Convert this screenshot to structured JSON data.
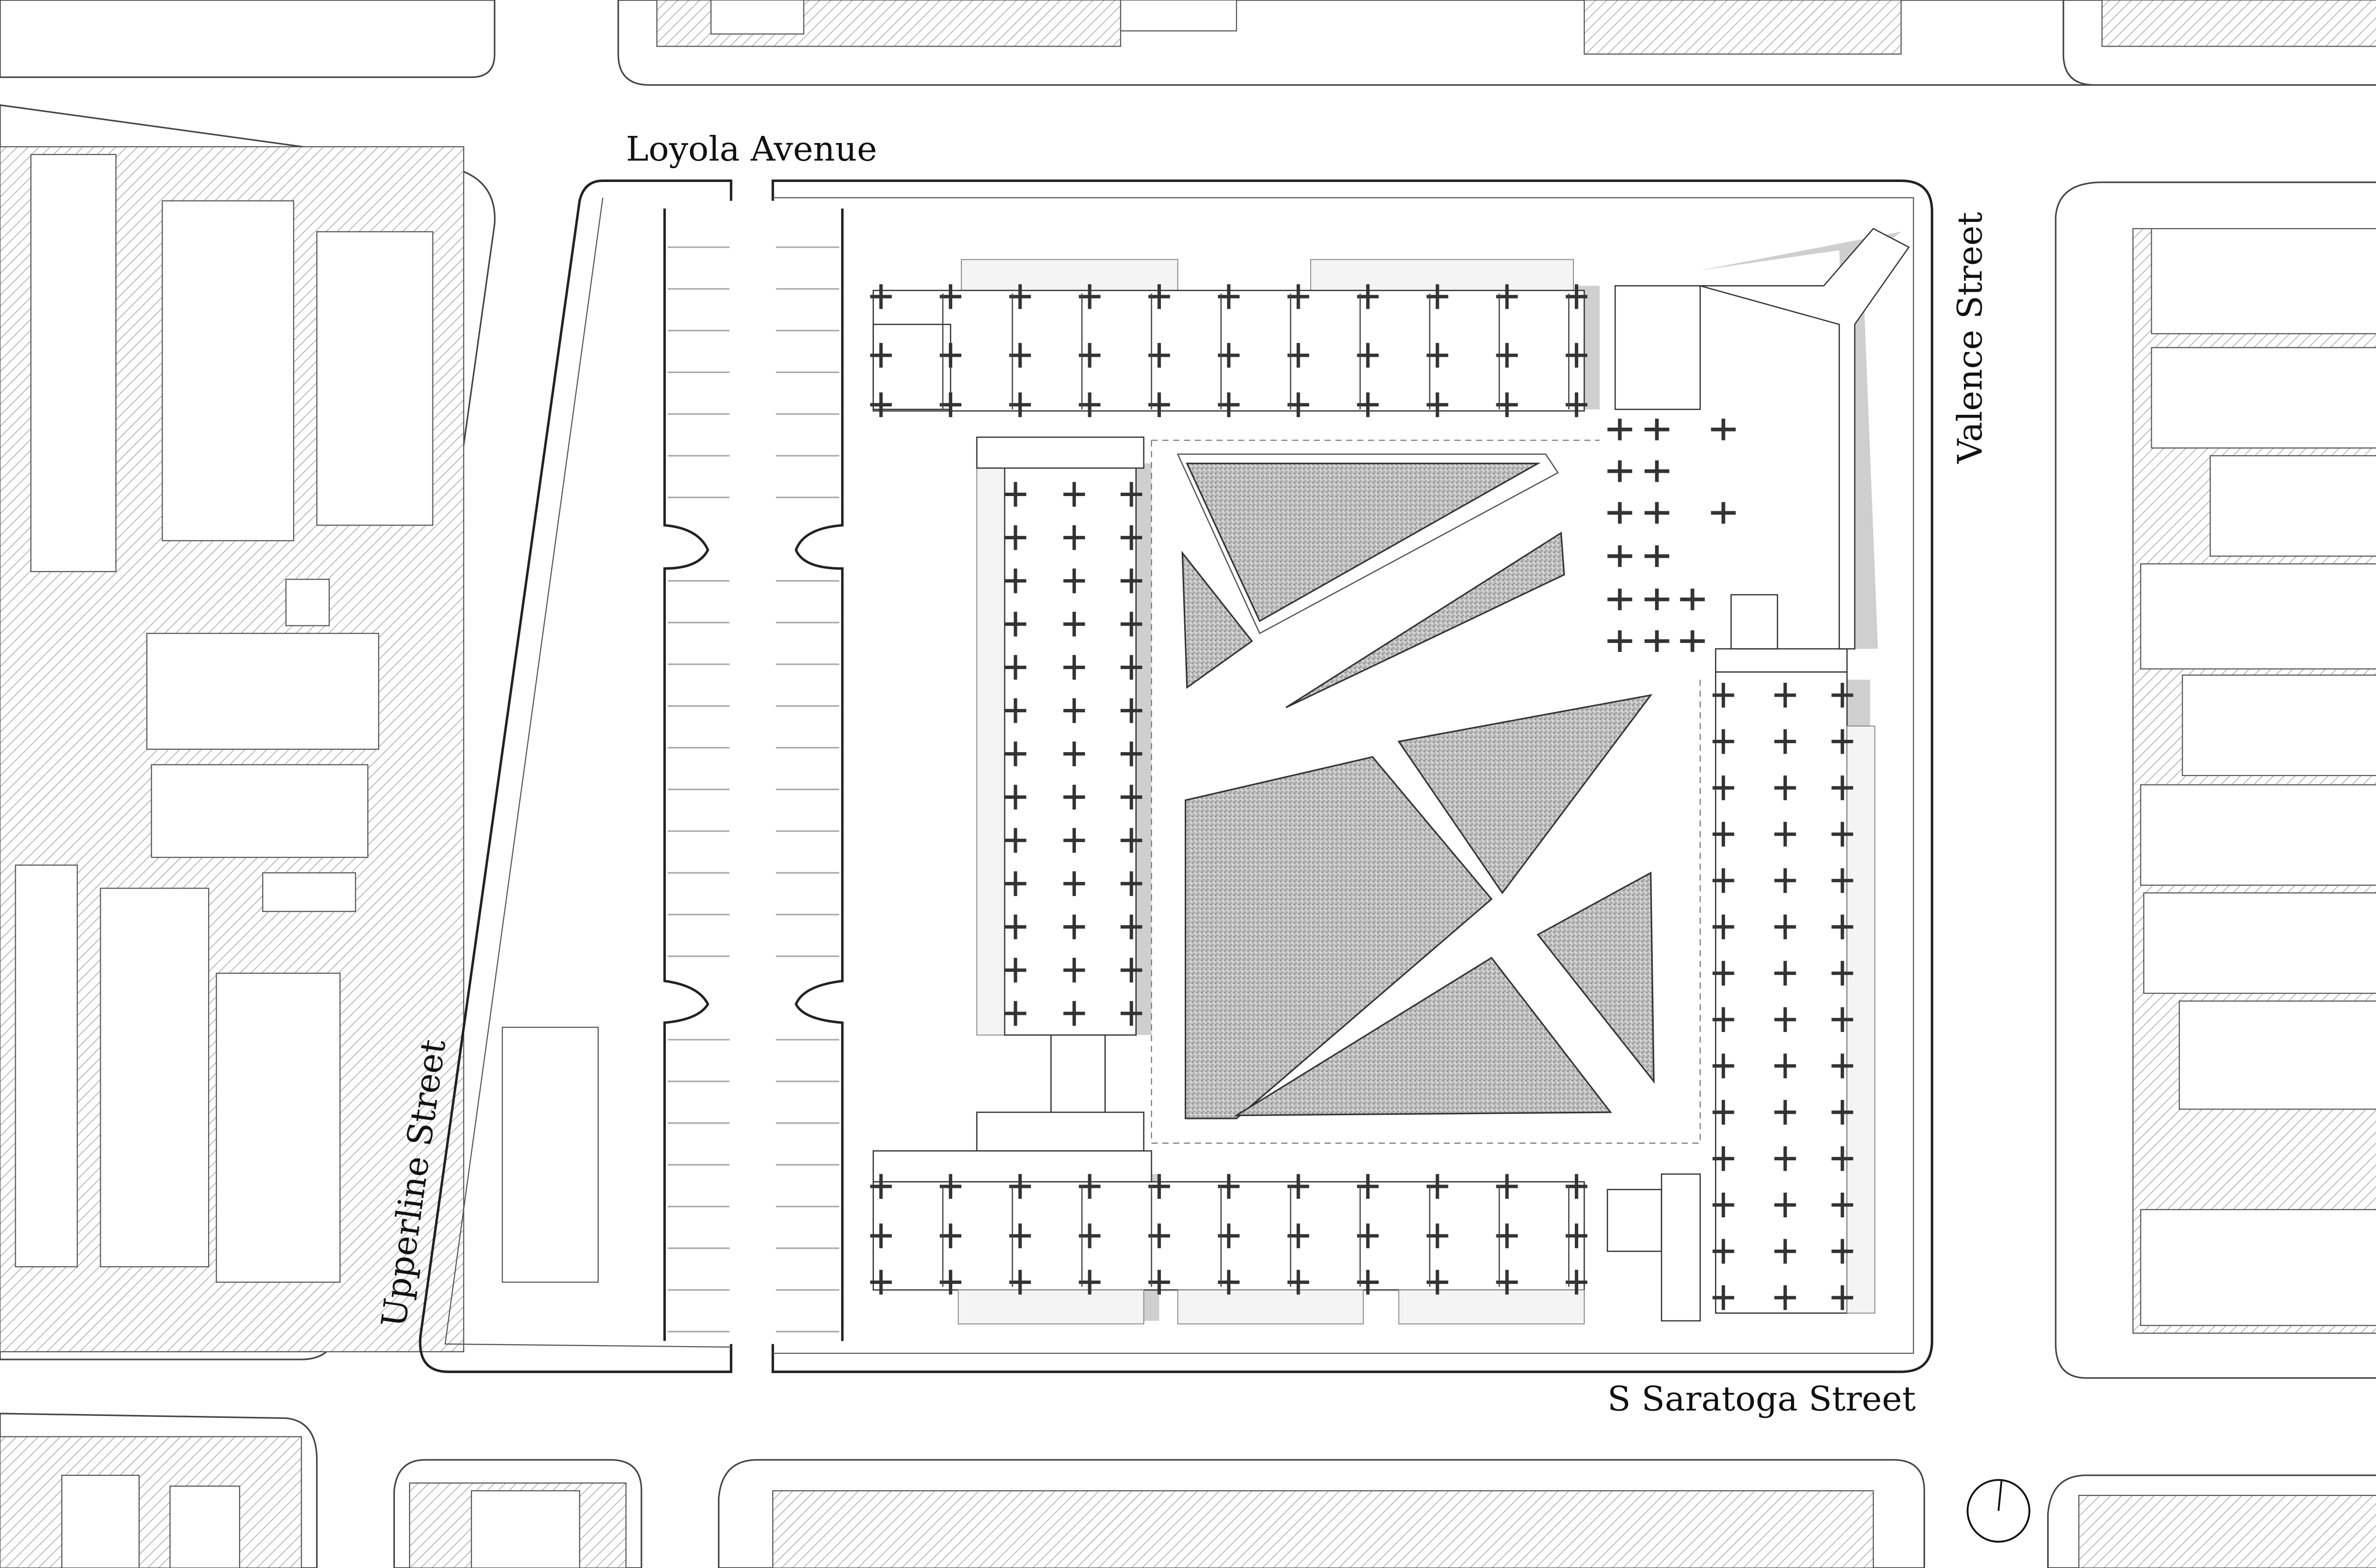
{
  "title": "Site Plan",
  "streets": {
    "north": "Loyola Avenue",
    "east": "Valence Street",
    "west": "Upperline Street",
    "south": "S Saratoga Street"
  },
  "legend": {
    "north_arrow": "north-arrow-icon"
  },
  "colors": {
    "line": "#222222",
    "shadow": "#cfcfcf",
    "planter": "#b8b8b8"
  }
}
